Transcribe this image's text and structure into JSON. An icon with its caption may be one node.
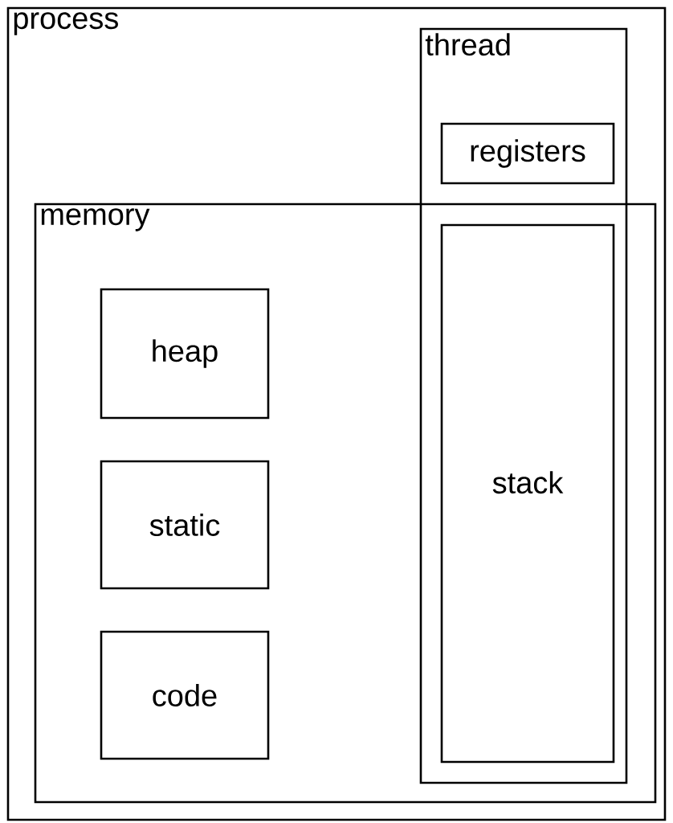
{
  "diagram": {
    "nodes": [
      {
        "text": [
          "process"
        ]
      },
      {
        "text": [
          "thread"
        ],
        "in": 0
      },
      {
        "text": [
          "registers"
        ],
        "in": 1
      },
      {
        "text": [
          "memory"
        ],
        "in": 0
      },
      {
        "text": [
          "heap"
        ],
        "in": 3
      },
      {
        "text": [
          "static"
        ],
        "in": 3
      },
      {
        "text": [
          "code"
        ],
        "in": 3
      },
      {
        "text": [
          "stack"
        ]
      }
    ]
  }
}
